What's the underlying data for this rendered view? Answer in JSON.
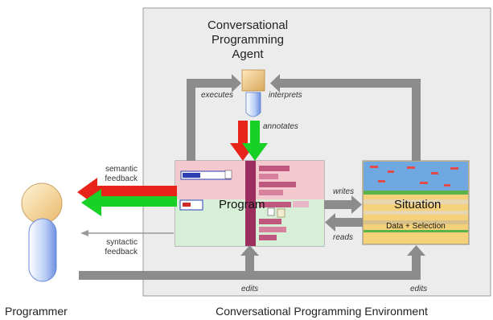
{
  "agent": {
    "title_lines": [
      "Conversational",
      "Programming",
      "Agent"
    ],
    "executes": "executes",
    "interprets": "interprets",
    "annotates": "annotates"
  },
  "program": {
    "label": "Program"
  },
  "situation": {
    "label": "Situation",
    "sublabel": "Data + Selection"
  },
  "edges": {
    "writes": "writes",
    "reads": "reads",
    "edits_left": "edits",
    "edits_right": "edits",
    "semantic_feedback": [
      "semantic",
      "feedback"
    ],
    "syntactic_feedback": [
      "syntactic",
      "feedback"
    ]
  },
  "captions": {
    "programmer": "Programmer",
    "environment": "Conversational Programming Environment"
  },
  "colors": {
    "gray_arrow": "#8c8c8c",
    "red_arrow": "#e8231a",
    "green_arrow": "#19d126",
    "environment_bg": "#ececec",
    "program_top": "#f3c9cf",
    "program_bottom": "#d6efd6",
    "program_center_bar": "#9b2e5e",
    "situation_bg": "#f5d27a",
    "situation_water": "#6fa8e0",
    "agent_head": "#f2c98a",
    "agent_body": "#7c9ee0"
  }
}
